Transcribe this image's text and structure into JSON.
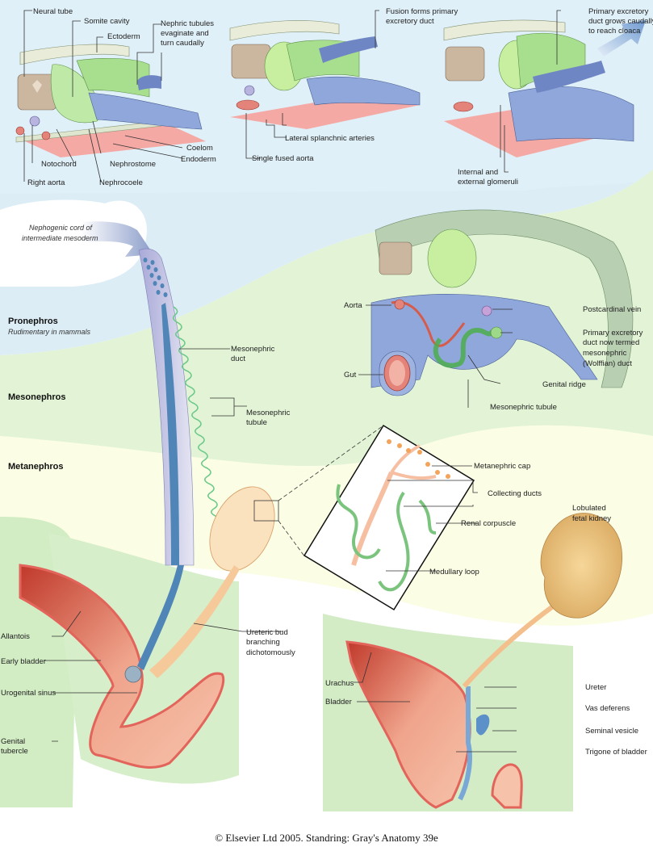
{
  "figure": {
    "stages": {
      "pronephros": {
        "title": "Pronephros",
        "subtitle": "Rudimentary in mammals"
      },
      "mesonephros": {
        "title": "Mesonephros"
      },
      "metanephros": {
        "title": "Metanephros"
      }
    },
    "panel_a": {
      "labels": [
        "Neural tube",
        "Somite cavity",
        "Ectoderm",
        "Nephric tubules",
        "evaginate and",
        "turn caudally",
        "Coelom",
        "Endoderm",
        "Notochord",
        "Nephrostome",
        "Right aorta",
        "Nephrocoele"
      ]
    },
    "panel_b": {
      "labels": [
        "Fusion forms primary",
        "excretory duct",
        "Lateral splanchnic arteries",
        "Single fused aorta"
      ]
    },
    "panel_c": {
      "labels": [
        "Primary excretory",
        "duct grows caudally",
        "to reach cloaca",
        "Internal and",
        "external glomeruli"
      ]
    },
    "cord": {
      "arrow_label": [
        "Nephogenic cord of",
        "intermediate mesoderm"
      ],
      "labels": [
        "Mesonephric",
        "duct",
        "Mesonephric",
        "tubule"
      ]
    },
    "cross_section": {
      "labels": [
        "Aorta",
        "Postcardinal vein",
        "Primary excretory",
        "duct now termed",
        "mesonephric",
        "(Wolffian) duct",
        "Gut",
        "Genital ridge",
        "Mesonephric tubule"
      ]
    },
    "inset": {
      "labels": [
        "Metanephric cap",
        "Collecting ducts",
        "Renal corpuscle",
        "Medullary loop"
      ]
    },
    "early_bladder": {
      "labels": [
        "Allantois",
        "Early bladder",
        "Urogenital sinus",
        "Genital",
        "tubercle",
        "Ureteric bud",
        "branching",
        "dichotomously"
      ]
    },
    "late_bladder": {
      "labels": [
        "Lobulated",
        "fetal kidney",
        "Urachus",
        "Bladder",
        "Ureter",
        "Vas deferens",
        "Seminal vesicle",
        "Trigone of bladder"
      ]
    },
    "credit": "© Elsevier Ltd 2005. Standring: Gray's Anatomy 39e"
  }
}
